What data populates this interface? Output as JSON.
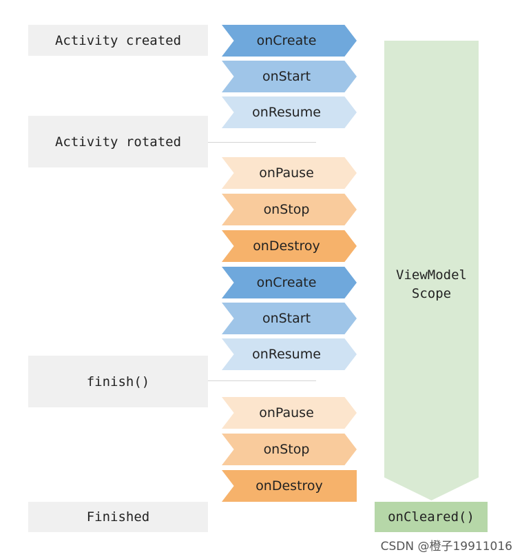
{
  "states": [
    {
      "id": "created",
      "label": "Activity created"
    },
    {
      "id": "rotated",
      "label": "Activity rotated"
    },
    {
      "id": "finish",
      "label": "finish()"
    },
    {
      "id": "finished",
      "label": "Finished"
    }
  ],
  "callbacks": [
    {
      "label": "onCreate",
      "color": "#6fa8dc"
    },
    {
      "label": "onStart",
      "color": "#9fc5e8"
    },
    {
      "label": "onResume",
      "color": "#cfe2f3"
    },
    {
      "label": "onPause",
      "color": "#fce5cd"
    },
    {
      "label": "onStop",
      "color": "#f9cb9c"
    },
    {
      "label": "onDestroy",
      "color": "#f6b26b"
    },
    {
      "label": "onCreate",
      "color": "#6fa8dc"
    },
    {
      "label": "onStart",
      "color": "#9fc5e8"
    },
    {
      "label": "onResume",
      "color": "#cfe2f3"
    },
    {
      "label": "onPause",
      "color": "#fce5cd"
    },
    {
      "label": "onStop",
      "color": "#f9cb9c"
    },
    {
      "label": "onDestroy",
      "color": "#f6b26b"
    }
  ],
  "scope": {
    "line1": "ViewModel",
    "line2": "Scope",
    "color": "#d9ead3"
  },
  "cleared": {
    "label": "onCleared()",
    "color": "#b6d7a8"
  },
  "watermark": "CSDN @橙子19911016"
}
